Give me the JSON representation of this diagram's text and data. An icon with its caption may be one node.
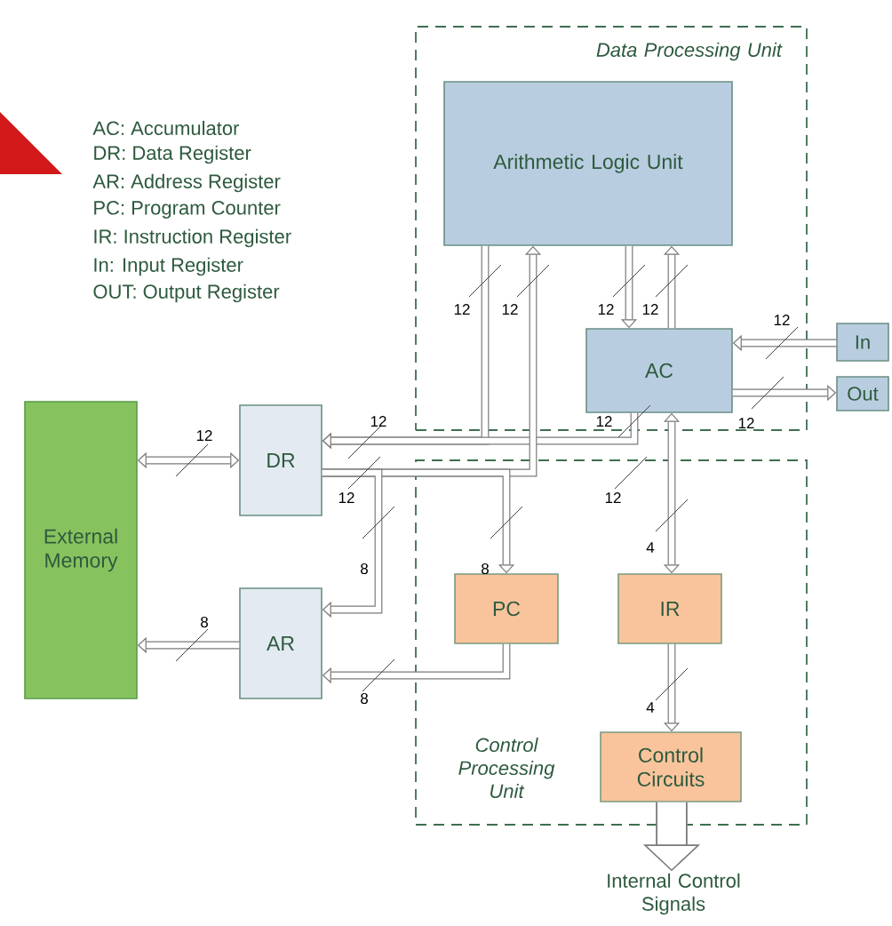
{
  "diagram": {
    "nodes": [
      {
        "text": [
          "Data Processing Unit"
        ]
      },
      {
        "text": [
          "Arithmetic Logic Unit"
        ],
        "in": 0
      },
      {
        "text": [
          "AC"
        ],
        "in": 0
      },
      {
        "text": [
          "Control Processing Unit"
        ]
      },
      {
        "text": [
          "PC"
        ],
        "in": 3
      },
      {
        "text": [
          "IR"
        ],
        "in": 3
      },
      {
        "text": [
          "Control Circuits"
        ],
        "in": 3
      },
      {
        "text": [
          "External Memory"
        ]
      },
      {
        "text": [
          "DR"
        ]
      },
      {
        "text": [
          "AR"
        ]
      },
      {
        "text": [
          "In"
        ]
      },
      {
        "text": [
          "Out"
        ]
      },
      {
        "text": [
          "Internal Control Signals"
        ]
      }
    ],
    "edges": [
      {
        "from": 7,
        "to": 8,
        "arrow": "both",
        "label": "12"
      },
      {
        "from": 9,
        "to": 7,
        "arrow": "to",
        "label": "8"
      },
      {
        "from": 1,
        "to": 8,
        "arrow": "to",
        "label": "12"
      },
      {
        "from": 2,
        "to": 8,
        "arrow": "to",
        "label": "12"
      },
      {
        "from": 8,
        "to": 1,
        "arrow": "to",
        "label": "12"
      },
      {
        "from": 8,
        "to": 4,
        "arrow": "to",
        "label": "8"
      },
      {
        "from": 8,
        "to": 9,
        "arrow": "to",
        "label": "8"
      },
      {
        "from": 1,
        "to": 2,
        "arrow": "to",
        "label": "12"
      },
      {
        "from": 2,
        "to": 1,
        "arrow": "to",
        "label": "12"
      },
      {
        "from": 10,
        "to": 2,
        "arrow": "to",
        "label": "12"
      },
      {
        "from": 2,
        "to": 11,
        "arrow": "to",
        "label": "12"
      },
      {
        "from": 2,
        "to": 5,
        "arrow": "both",
        "label": "4"
      },
      {
        "from": 4,
        "to": 9,
        "arrow": "to",
        "label": "8"
      },
      {
        "from": 5,
        "to": 6,
        "arrow": "to",
        "label": "4"
      },
      {
        "from": 6,
        "to": 12,
        "arrow": "to",
        "style": "thick"
      }
    ],
    "labels": [
      "AC: Accumulator",
      "DR: Data Register",
      "AR: Address Register",
      "PC: Program Counter",
      "IR: Instruction Register",
      "In: Input Register",
      "OUT: Output Register",
      "12",
      "12",
      "12"
    ]
  }
}
